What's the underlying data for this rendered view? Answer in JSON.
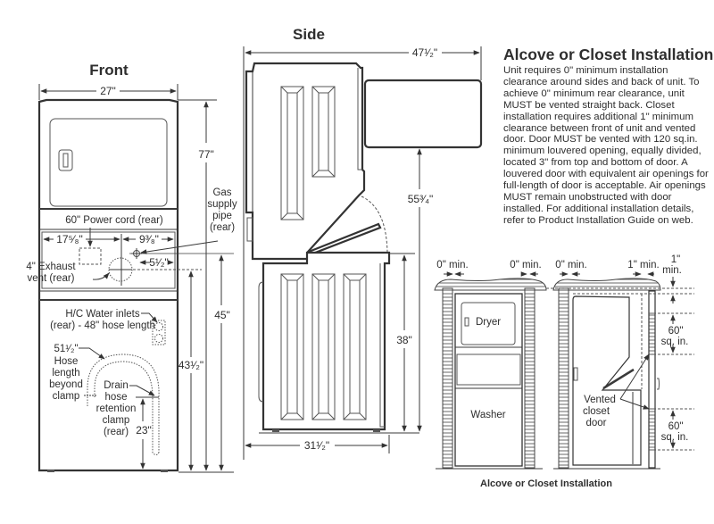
{
  "front": {
    "title": "Front",
    "width": "27\"",
    "height_total": "77\"",
    "gas_supply": [
      "Gas",
      "supply",
      "pipe",
      "(rear)"
    ],
    "power_cord": "60\" Power cord (rear)",
    "left_offset": "17⁵⁄₈\"",
    "right_offset": "9³⁄₈\"",
    "gas_offset": "5¹⁄₂\"",
    "exhaust": [
      "4\" Exhaust",
      "vent (rear)"
    ],
    "water_inlets": [
      "H/C Water inlets",
      "(rear) - 48\" hose length"
    ],
    "hose_length": [
      "51¹⁄₂\"",
      "Hose",
      "length",
      "beyond",
      "clamp"
    ],
    "drain_clamp": [
      "Drain",
      "hose",
      "retention",
      "clamp",
      "(rear)"
    ],
    "drain_height": "23\"",
    "gas_height": "45\"",
    "exhaust_height": "43¹⁄₂\""
  },
  "side": {
    "title": "Side",
    "depth_door_open": "47¹⁄₂\"",
    "door_height": "55³⁄₄\"",
    "washer_height": "38\"",
    "depth": "31¹⁄₂\""
  },
  "alcove": {
    "heading": "Alcove or Closet Installation",
    "body": "Unit requires 0\" minimum installation clearance around sides and back of unit. To achieve 0\" minimum rear clearance, unit MUST be vented straight back. Closet installation requires additional 1\" minimum clearance between front of unit and vented door. Door MUST be vented with 120 sq.in. minimum louvered opening, equally divided, located 3\" from top and bottom of door. A louvered door with equivalent air openings for full-length of door is acceptable. Air openings MUST remain unobstructed with door installed. For additional installation details, refer to Product Installation Guide on web.",
    "caption": "Alcove or Closet Installation",
    "front_left_min": "0\" min.",
    "front_right_min": "0\" min.",
    "side_left_min": "0\" min.",
    "side_right_min": "1\" min.",
    "top_min": [
      "1\"",
      "min."
    ],
    "vent_top": [
      "60\"",
      "sq. in."
    ],
    "vent_bottom": [
      "60\"",
      "sq. in."
    ],
    "dryer_label": "Dryer",
    "washer_label": "Washer",
    "vented_door": [
      "Vented",
      "closet",
      "door"
    ]
  }
}
